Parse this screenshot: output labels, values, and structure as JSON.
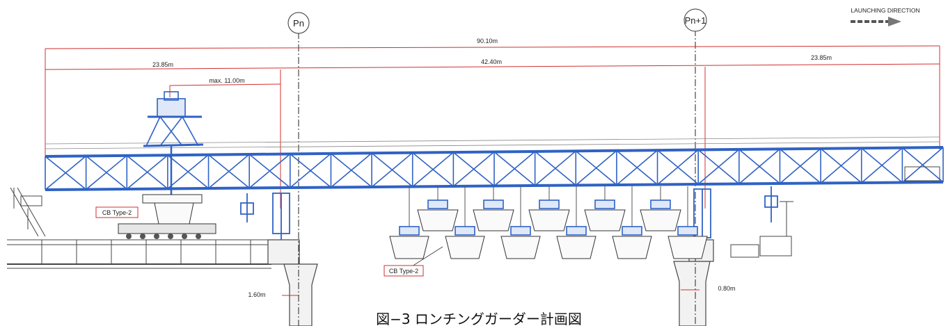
{
  "piers": {
    "left": "Pn",
    "right": "Pn+1"
  },
  "launching": {
    "label": "LAUNCHING DIRECTION"
  },
  "dimensions": {
    "overall": "90.10m",
    "left_cantilever": "23.85m",
    "middle_span": "42.40m",
    "right_cantilever": "23.85m",
    "max_reach": "max. 11.00m",
    "left_offset": "1.60m",
    "right_offset": "0.80m"
  },
  "labels": {
    "cb_left": "CB Type-2",
    "cb_center": "CB Type-2"
  },
  "caption": "図−3 ロンチングガーダー計画図",
  "colors": {
    "truss": "#2f62c4",
    "dim": "#d03030",
    "line": "#333333",
    "arrow": "#666666"
  }
}
